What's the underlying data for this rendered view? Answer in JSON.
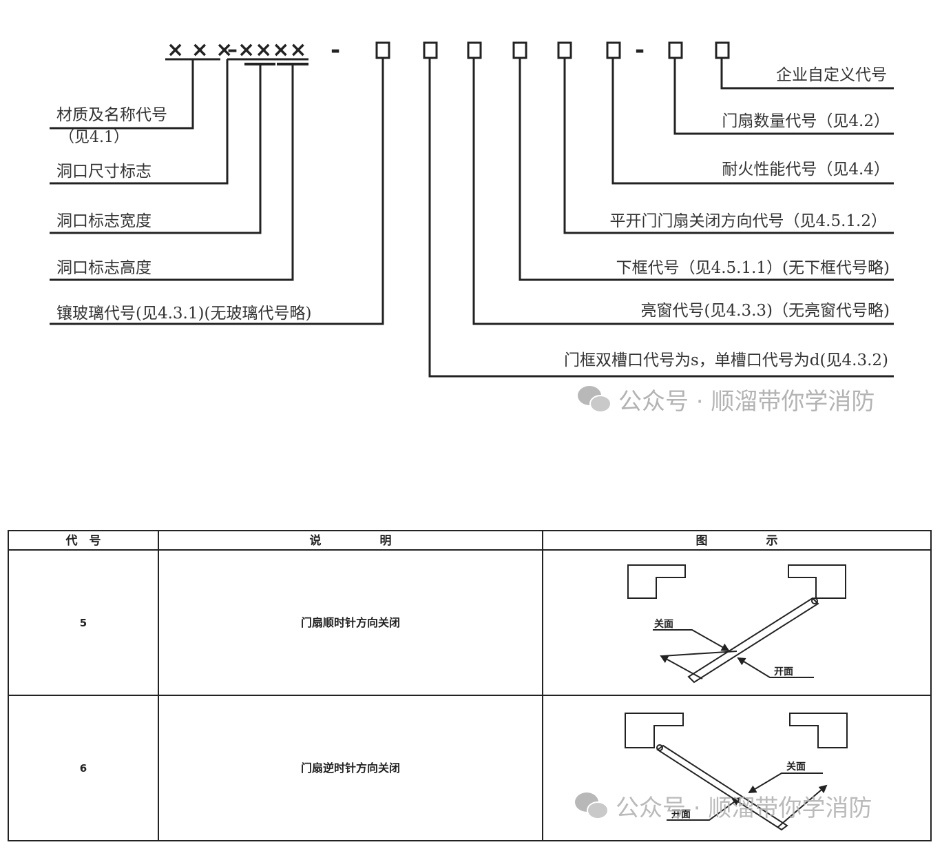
{
  "code_format": {
    "prefix_x": "× × ×",
    "prefix_x2": "–××××",
    "dash": "-",
    "dash2": "-"
  },
  "left_labels": [
    {
      "line1": "材质及名称代号",
      "line2": "（见4.1）"
    },
    {
      "line1": "洞口尺寸标志"
    },
    {
      "line1": "洞口标志宽度"
    },
    {
      "line1": "洞口标志高度"
    },
    {
      "line1": "镶玻璃代号(见4.3.1)(无玻璃代号略)"
    }
  ],
  "right_labels": [
    "企业自定义代号",
    "门扇数量代号（见4.2）",
    "耐火性能代号（见4.4）",
    "平开门门扇关闭方向代号（见4.5.1.2）",
    "下框代号（见4.5.1.1）(无下框代号略)",
    "亮窗代号(见4.3.3)（无亮窗代号略)",
    "门框双槽口代号为s，单槽口代号为d(见4.3.2)"
  ],
  "watermark": "公众号 · 顺溜带你学消防",
  "table": {
    "headers": [
      "代　号",
      "说　　　　　明",
      "图　　　　　示"
    ],
    "rows": [
      {
        "code": "5",
        "desc": "门扇顺时针方向关闭",
        "close_face": "关面",
        "open_face": "开面"
      },
      {
        "code": "6",
        "desc": "门扇逆时针方向关闭",
        "close_face": "关面",
        "open_face": "开面"
      }
    ]
  },
  "icons": {
    "watermark_icon": "wechat-icon"
  }
}
